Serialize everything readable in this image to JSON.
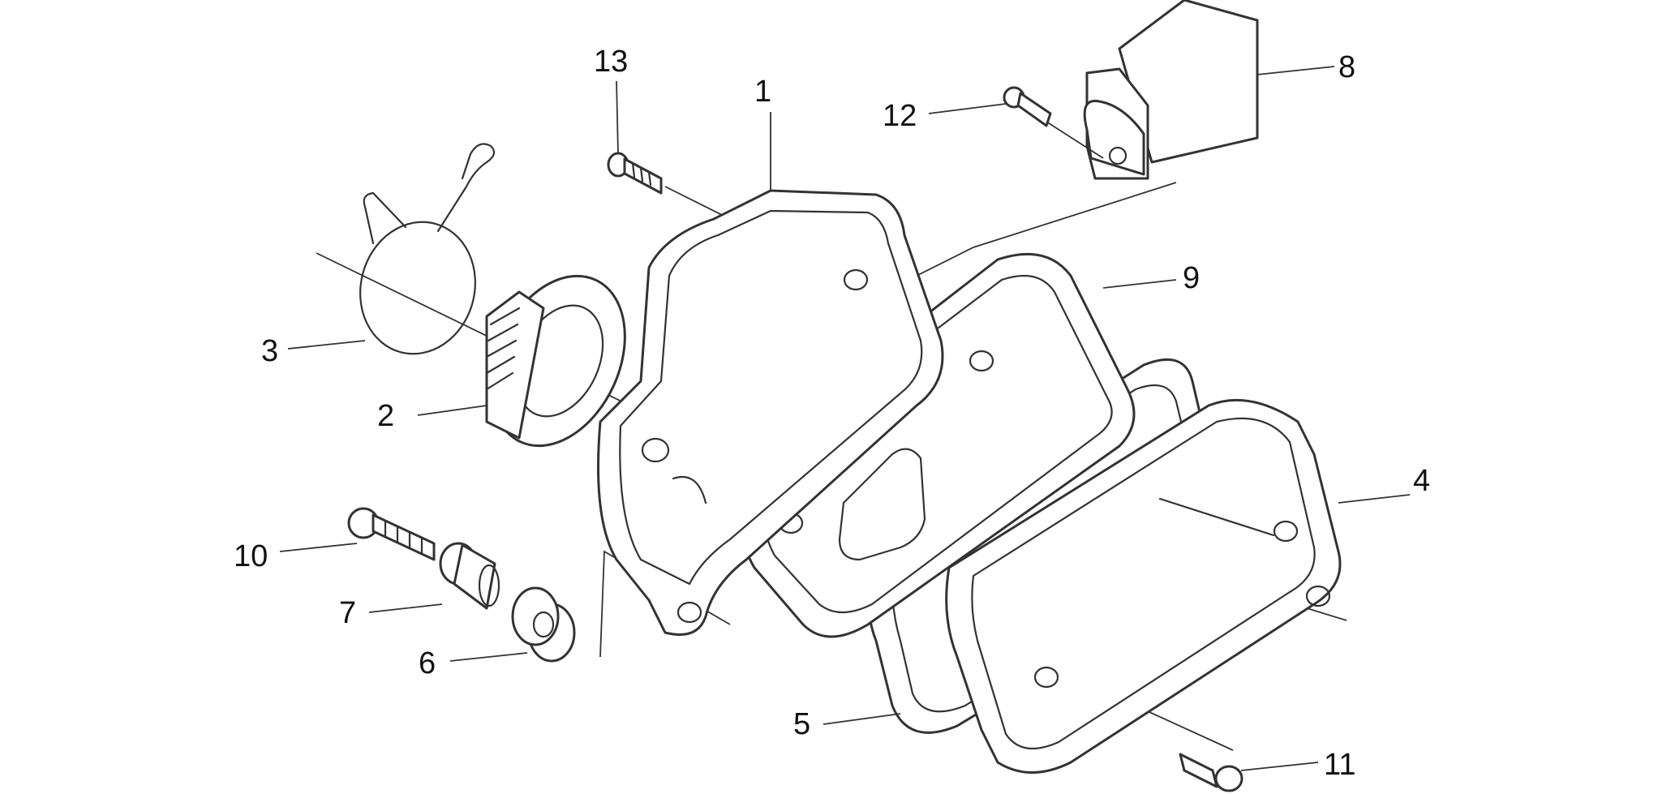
{
  "diagram": {
    "callouts": [
      {
        "id": "1",
        "label": "1"
      },
      {
        "id": "2",
        "label": "2"
      },
      {
        "id": "3",
        "label": "3"
      },
      {
        "id": "4",
        "label": "4"
      },
      {
        "id": "5",
        "label": "5"
      },
      {
        "id": "6",
        "label": "6"
      },
      {
        "id": "7",
        "label": "7"
      },
      {
        "id": "8",
        "label": "8"
      },
      {
        "id": "9",
        "label": "9"
      },
      {
        "id": "10",
        "label": "10"
      },
      {
        "id": "11",
        "label": "11"
      },
      {
        "id": "12",
        "label": "12"
      },
      {
        "id": "13",
        "label": "13"
      }
    ],
    "colors": {
      "line": "#333333",
      "text": "#111111",
      "background": "#ffffff"
    }
  }
}
